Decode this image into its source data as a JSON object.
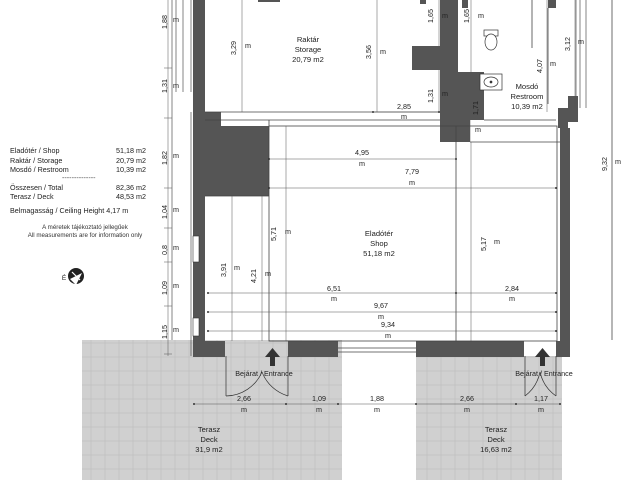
{
  "legend": {
    "rows1": [
      {
        "label": "Eladótér / Shop",
        "value": "51,18 m2"
      },
      {
        "label": "Raktár / Storage",
        "value": "20,79 m2"
      },
      {
        "label": "Mosdó / Restroom",
        "value": "10,39 m2"
      }
    ],
    "separator": "--------------",
    "rows2": [
      {
        "label": "Összesen / Total",
        "value": "82,36 m2"
      },
      {
        "label": "Terasz / Deck",
        "value": "48,53 m2"
      }
    ],
    "ceiling": "Belmagasság / Ceiling Height 4,17 m",
    "note_hu": "A méretek tájékoztató jellegűek",
    "note_en": "All measurements are for information only",
    "compass_label": "É"
  },
  "rooms": {
    "storage": {
      "name_hu": "Raktár",
      "name_en": "Storage",
      "area": "20,79 m2"
    },
    "restroom": {
      "name_hu": "Mosdó",
      "name_en": "Restroom",
      "area": "10,39 m2"
    },
    "shop": {
      "name_hu": "Eladótér",
      "name_en": "Shop",
      "area": "51,18 m2"
    },
    "deck_left": {
      "name_hu": "Terasz",
      "name_en": "Deck",
      "area": "31,9 m2"
    },
    "deck_right": {
      "name_hu": "Terasz",
      "name_en": "Deck",
      "area": "16,63 m2"
    }
  },
  "entrance_label": "Bejárat / Entrance",
  "unit": "m",
  "dimensions": {
    "left_188": "1,88",
    "left_131": "1,31",
    "left_182": "1,82",
    "left_104": "1,04",
    "left_08": "0,8",
    "left_109": "1,09",
    "left_115": "1,15",
    "storage_329": "3,29",
    "storage_356": "3,56",
    "storage_285": "2,85",
    "storage_165": "1,65",
    "storage_131": "1,31",
    "rest_165": "1,65",
    "rest_407": "4,07",
    "rest_312": "3,12",
    "rest_171": "1,71",
    "right_932": "9,32",
    "shop_495": "4,95",
    "shop_779": "7,79",
    "shop_571": "5,71",
    "shop_391": "3,91",
    "shop_421": "4,21",
    "shop_517": "5,17",
    "shop_651": "6,51",
    "shop_284": "2,84",
    "shop_967": "9,67",
    "shop_934": "9,34",
    "deck_266": "2,66",
    "deck_109": "1,09",
    "deck_188": "1,88",
    "deck_266b": "2,66",
    "deck_117": "1,17"
  }
}
